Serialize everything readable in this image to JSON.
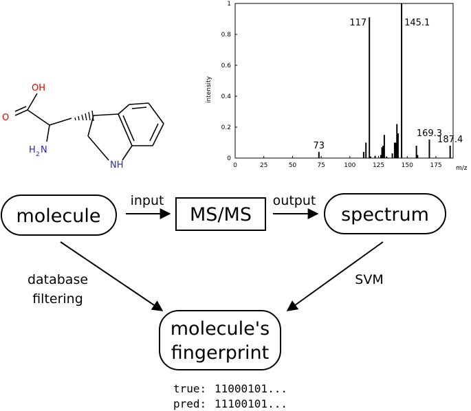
{
  "molecule_labels": {
    "oh": "OH",
    "o": "O",
    "nh2_main": "H",
    "nh2_sub": "2",
    "nh2_n": "N",
    "nh": "NH"
  },
  "colors": {
    "oxygen": "#e00000",
    "nitrogen": "#2a2aa8",
    "line": "#000000"
  },
  "flow": {
    "molecule": "molecule",
    "msms": "MS/MS",
    "spectrum": "spectrum",
    "input": "input",
    "output": "output",
    "database_line1": "database",
    "database_line2": "filtering",
    "svm": "SVM",
    "fingerprint_line1": "molecule's",
    "fingerprint_line2": "fingerprint"
  },
  "fingerprints": {
    "true_label": "true:",
    "true_value": "11000101...",
    "pred_label": "pred:",
    "pred_value": "11100101..."
  },
  "chart_data": {
    "type": "bar",
    "xlabel": "m/z",
    "ylabel": "intensity",
    "xlim": [
      0,
      190
    ],
    "ylim": [
      0,
      1
    ],
    "xticks": [
      "0",
      "25",
      "50",
      "75",
      "100",
      "125",
      "150",
      "175"
    ],
    "xtick_values": [
      0,
      25,
      50,
      75,
      100,
      125,
      150,
      175
    ],
    "yticks": [
      "0",
      "0.2",
      "0.4",
      "0.6",
      "0.8",
      "1"
    ],
    "ytick_values": [
      0,
      0.2,
      0.4,
      0.6,
      0.8,
      1
    ],
    "peaks": [
      {
        "x": 73,
        "y": 0.04,
        "label": "73"
      },
      {
        "x": 112,
        "y": 0.04
      },
      {
        "x": 114,
        "y": 0.1
      },
      {
        "x": 117,
        "y": 0.91,
        "label": "117"
      },
      {
        "x": 118,
        "y": 0.01
      },
      {
        "x": 122,
        "y": 0.015
      },
      {
        "x": 127,
        "y": 0.02
      },
      {
        "x": 128,
        "y": 0.07
      },
      {
        "x": 129,
        "y": 0.08
      },
      {
        "x": 130,
        "y": 0.15
      },
      {
        "x": 132,
        "y": 0.01
      },
      {
        "x": 137,
        "y": 0.03
      },
      {
        "x": 139,
        "y": 0.1
      },
      {
        "x": 140,
        "y": 0.1
      },
      {
        "x": 141,
        "y": 0.22
      },
      {
        "x": 142,
        "y": 0.16
      },
      {
        "x": 145.1,
        "y": 1.0,
        "label": "145.1"
      },
      {
        "x": 158,
        "y": 0.08
      },
      {
        "x": 159,
        "y": 0.02
      },
      {
        "x": 169.3,
        "y": 0.12,
        "label": "169.3"
      },
      {
        "x": 187.4,
        "y": 0.08,
        "label": "187.4"
      }
    ]
  }
}
